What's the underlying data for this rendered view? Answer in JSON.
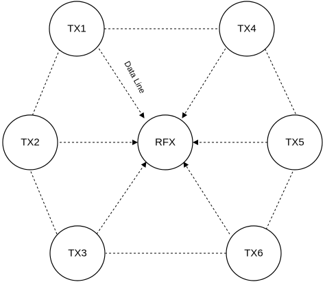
{
  "diagram": {
    "center": {
      "id": "rfx",
      "label": "RFX"
    },
    "transmitters": [
      {
        "id": "tx1",
        "label": "TX1"
      },
      {
        "id": "tx2",
        "label": "TX2"
      },
      {
        "id": "tx3",
        "label": "TX3"
      },
      {
        "id": "tx4",
        "label": "TX4"
      },
      {
        "id": "tx5",
        "label": "TX5"
      },
      {
        "id": "tx6",
        "label": "TX6"
      }
    ],
    "edge_label": "Data Line",
    "hexagon_links": [
      [
        "tx1",
        "tx4"
      ],
      [
        "tx4",
        "tx5"
      ],
      [
        "tx5",
        "tx6"
      ],
      [
        "tx6",
        "tx3"
      ],
      [
        "tx3",
        "tx2"
      ],
      [
        "tx2",
        "tx1"
      ]
    ],
    "arrows_to_center": [
      "tx1",
      "tx2",
      "tx3",
      "tx4",
      "tx5",
      "tx6"
    ]
  }
}
